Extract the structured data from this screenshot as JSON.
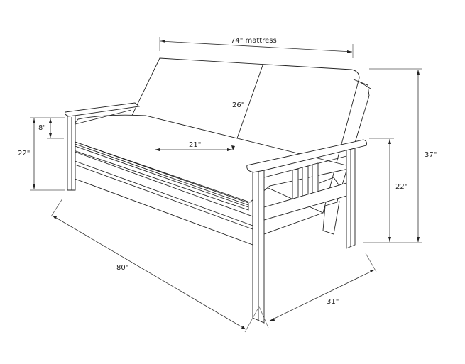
{
  "diagram": {
    "subject": "Futon frame with mattress (dimension drawing)",
    "colors": {
      "line": "#222222",
      "background": "#ffffff"
    },
    "dimensions": {
      "mattress_width": "74\" mattress",
      "back_height": "26\"",
      "seat_depth": "21\"",
      "arm_height_left": "22\"",
      "mattress_thickness": "8\"",
      "overall_height": "37\"",
      "arm_height_right": "22\"",
      "overall_width": "80\"",
      "overall_depth": "31\""
    }
  }
}
